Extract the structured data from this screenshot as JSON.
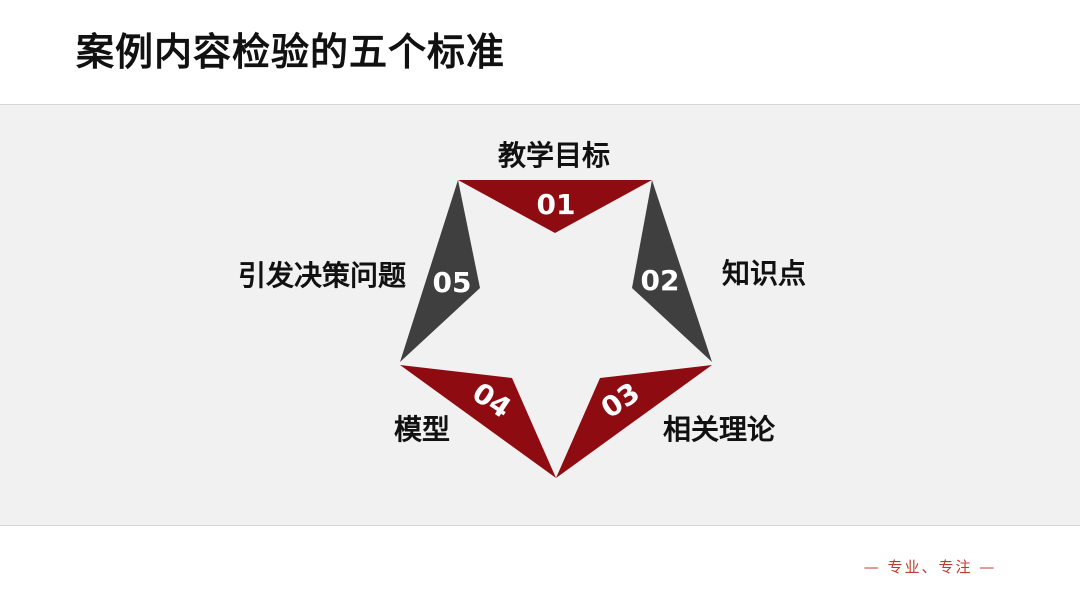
{
  "title": "案例内容检验的五个标准",
  "colors": {
    "accent_red": "#8e0b12",
    "dark_gray": "#3f3f3f",
    "panel_bg": "#f1f1f1"
  },
  "points": [
    {
      "number": "01",
      "label": "教学目标",
      "color": "accent_red"
    },
    {
      "number": "02",
      "label": "知识点",
      "color": "dark_gray"
    },
    {
      "number": "03",
      "label": "相关理论",
      "color": "accent_red"
    },
    {
      "number": "04",
      "label": "模型",
      "color": "accent_red"
    },
    {
      "number": "05",
      "label": "引发决策问题",
      "color": "dark_gray"
    }
  ],
  "footer": {
    "tagline": "— 专业、专注 —"
  }
}
